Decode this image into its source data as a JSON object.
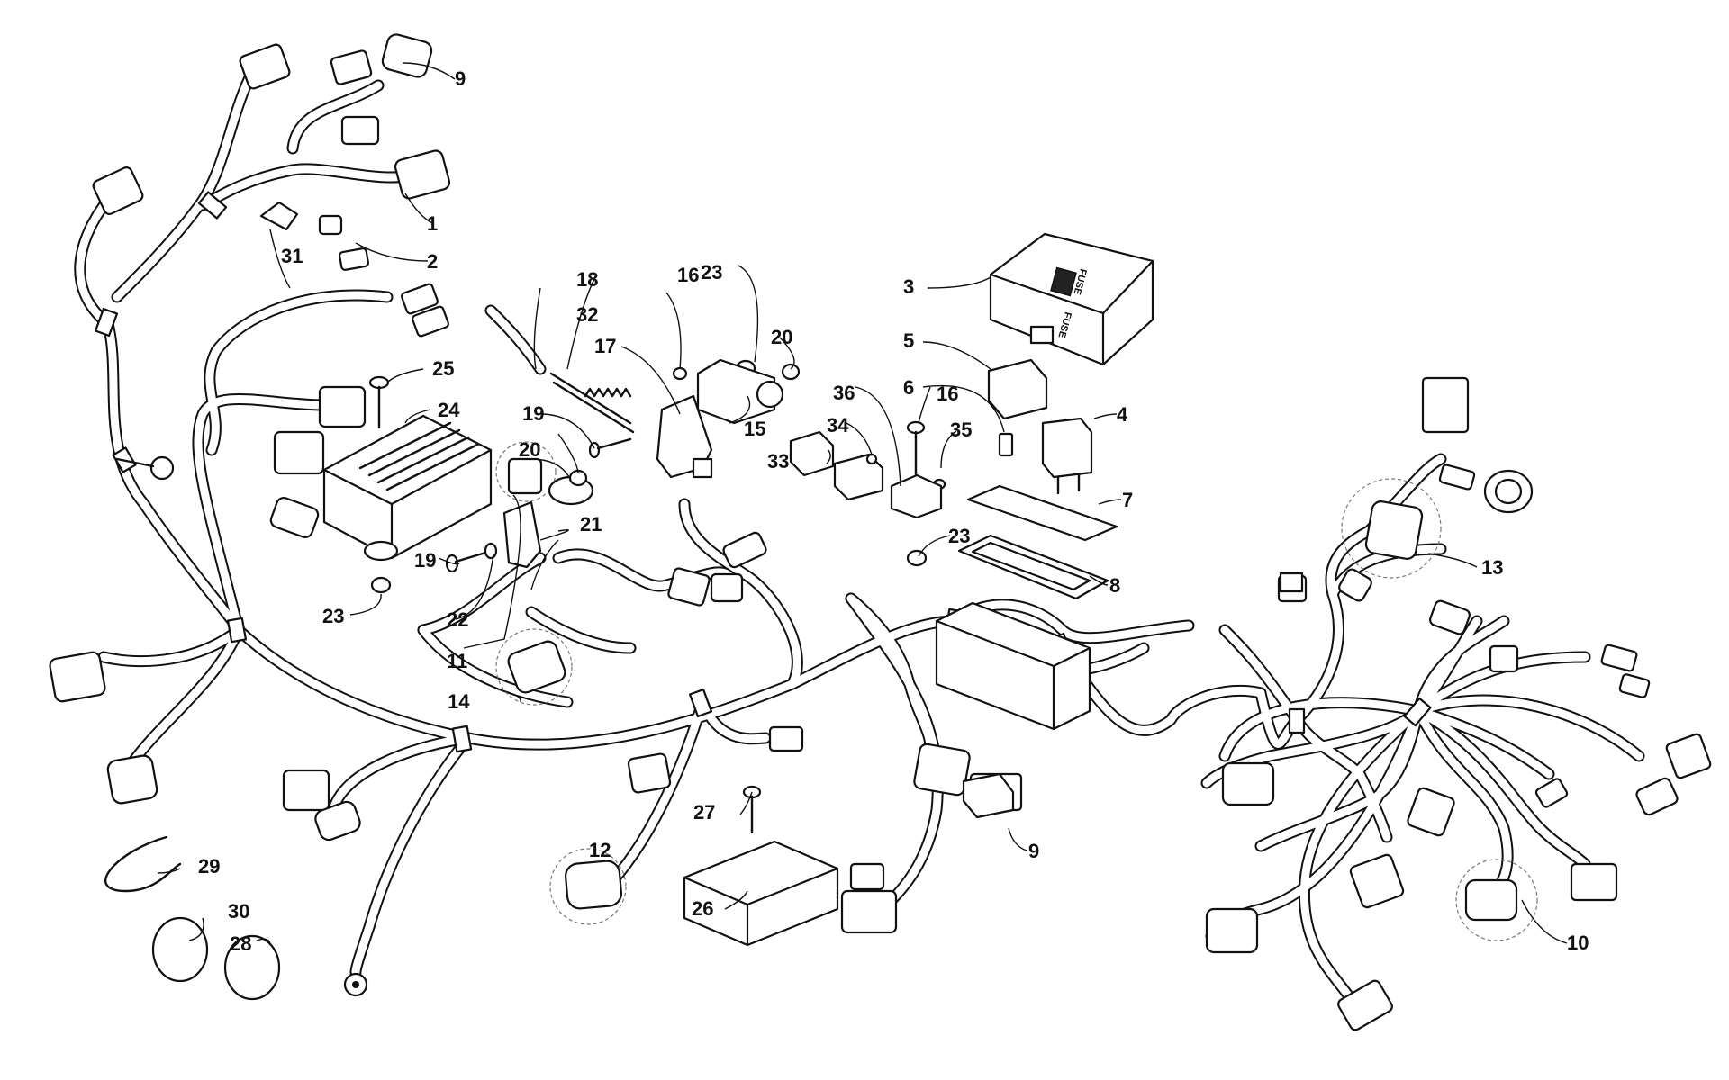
{
  "diagram": {
    "fuse_box_cover_text": [
      "FUSE",
      "FUSE"
    ],
    "callouts": [
      {
        "id": "c1",
        "label": "1"
      },
      {
        "id": "c2",
        "label": "2"
      },
      {
        "id": "c3",
        "label": "3"
      },
      {
        "id": "c4",
        "label": "4"
      },
      {
        "id": "c5",
        "label": "5"
      },
      {
        "id": "c6",
        "label": "6"
      },
      {
        "id": "c7",
        "label": "7"
      },
      {
        "id": "c8",
        "label": "8"
      },
      {
        "id": "c9a",
        "label": "9"
      },
      {
        "id": "c9b",
        "label": "9"
      },
      {
        "id": "c10",
        "label": "10"
      },
      {
        "id": "c11",
        "label": "11"
      },
      {
        "id": "c12",
        "label": "12"
      },
      {
        "id": "c13",
        "label": "13"
      },
      {
        "id": "c14",
        "label": "14"
      },
      {
        "id": "c15",
        "label": "15"
      },
      {
        "id": "c16a",
        "label": "16"
      },
      {
        "id": "c16b",
        "label": "16"
      },
      {
        "id": "c17",
        "label": "17"
      },
      {
        "id": "c18",
        "label": "18"
      },
      {
        "id": "c19a",
        "label": "19"
      },
      {
        "id": "c19b",
        "label": "19"
      },
      {
        "id": "c20a",
        "label": "20"
      },
      {
        "id": "c20b",
        "label": "20"
      },
      {
        "id": "c21",
        "label": "21"
      },
      {
        "id": "c22",
        "label": "22"
      },
      {
        "id": "c23a",
        "label": "23"
      },
      {
        "id": "c23b",
        "label": "23"
      },
      {
        "id": "c23c",
        "label": "23"
      },
      {
        "id": "c24",
        "label": "24"
      },
      {
        "id": "c25",
        "label": "25"
      },
      {
        "id": "c26",
        "label": "26"
      },
      {
        "id": "c27",
        "label": "27"
      },
      {
        "id": "c28",
        "label": "28"
      },
      {
        "id": "c29",
        "label": "29"
      },
      {
        "id": "c30",
        "label": "30"
      },
      {
        "id": "c31",
        "label": "31"
      },
      {
        "id": "c32",
        "label": "32"
      },
      {
        "id": "c33",
        "label": "33"
      },
      {
        "id": "c34",
        "label": "34"
      },
      {
        "id": "c35",
        "label": "35"
      },
      {
        "id": "c36",
        "label": "36"
      }
    ]
  }
}
